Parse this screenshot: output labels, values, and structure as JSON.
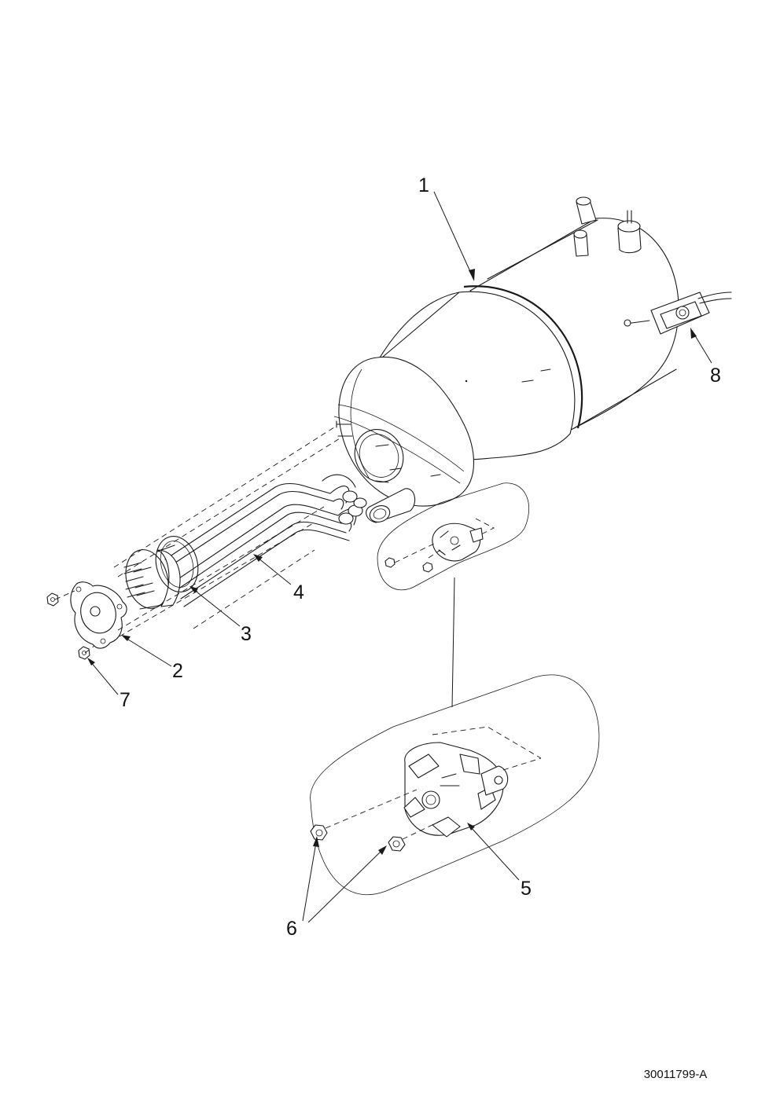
{
  "callouts": [
    {
      "label": "1"
    },
    {
      "label": "2"
    },
    {
      "label": "3"
    },
    {
      "label": "4"
    },
    {
      "label": "5"
    },
    {
      "label": "6"
    },
    {
      "label": "7"
    },
    {
      "label": "8"
    }
  ],
  "document_number": "30011799-A"
}
